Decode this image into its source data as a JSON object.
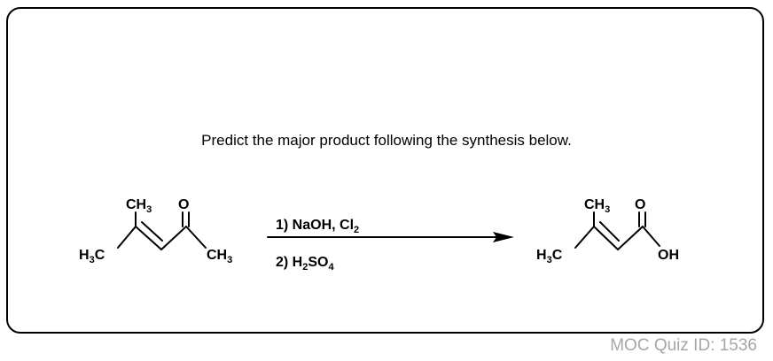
{
  "question": {
    "prompt": "Predict the major product following the synthesis below."
  },
  "reactant": {
    "label_ch3_top": "CH",
    "label_o": "O",
    "label_h3c": "H",
    "label_ch3_right": "CH"
  },
  "reagents": {
    "step1_prefix": "1) NaOH, Cl",
    "step1_sub": "2",
    "step2_prefix": "2) H",
    "step2_sub": "2",
    "step2_mid": "SO",
    "step2_sub2": "4"
  },
  "product": {
    "label_ch3_top": "CH",
    "label_o": "O",
    "label_h3c": "H",
    "label_oh": "OH"
  },
  "subscript": "3",
  "footer": {
    "quiz_id": "MOC Quiz ID: 1536"
  }
}
